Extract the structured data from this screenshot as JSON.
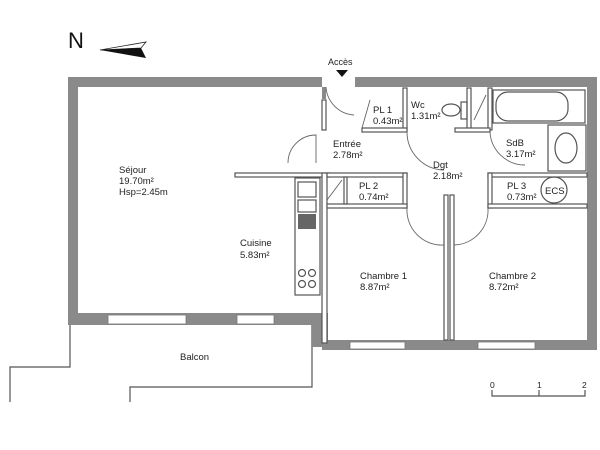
{
  "compass": {
    "label": "N"
  },
  "access": {
    "label": "Accès"
  },
  "rooms": {
    "sejour": {
      "name": "Séjour",
      "area": "19.70m²",
      "height": "Hsp=2.45m"
    },
    "cuisine": {
      "name": "Cuisine",
      "area": "5.83m²"
    },
    "entree": {
      "name": "Entrée",
      "area": "2.78m²"
    },
    "pl1": {
      "name": "PL 1",
      "area": "0.43m²"
    },
    "wc": {
      "name": "Wc",
      "area": "1.31m²"
    },
    "sdb": {
      "name": "SdB",
      "area": "3.17m²"
    },
    "dgt": {
      "name": "Dgt",
      "area": "2.18m²"
    },
    "pl2": {
      "name": "PL 2",
      "area": "0.74m²"
    },
    "pl3": {
      "name": "PL 3",
      "area": "0.73m²"
    },
    "ecs": {
      "name": "ECS"
    },
    "chambre1": {
      "name": "Chambre 1",
      "area": "8.87m²"
    },
    "chambre2": {
      "name": "Chambre 2",
      "area": "8.72m²"
    },
    "balcon": {
      "name": "Balcon"
    }
  },
  "scale": {
    "ticks": [
      "0",
      "1",
      "2"
    ]
  }
}
